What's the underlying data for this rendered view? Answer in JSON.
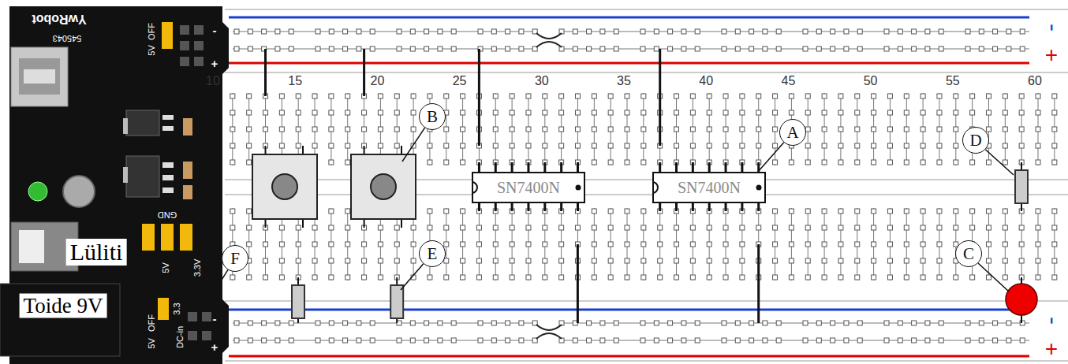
{
  "diagram": {
    "nodes": [
      {
        "text": [
          "B"
        ]
      },
      {
        "text": [
          "A"
        ]
      },
      {
        "text": [
          "D"
        ]
      },
      {
        "text": [
          "SN7400N"
        ]
      },
      {
        "text": [
          "SN7400N"
        ]
      },
      {
        "text": [
          "F"
        ]
      },
      {
        "text": [
          "E"
        ]
      },
      {
        "text": [
          "C"
        ]
      }
    ],
    "edges": [
      {
        "from": 1,
        "to": 4,
        "arrow": "none"
      }
    ],
    "labels": [
      "YwRobot",
      "545043",
      "OFF",
      "5V",
      "-",
      "+",
      "GND",
      "5V",
      "3.3V",
      "3.3",
      "OFF",
      "5V",
      "DC-in",
      "-",
      "+",
      "Lüliti",
      "Toide 9V",
      "10",
      "15",
      "20",
      "25",
      "30",
      "35",
      "40",
      "45",
      "50",
      "55",
      "60",
      "-",
      "+",
      "-",
      "+"
    ]
  }
}
